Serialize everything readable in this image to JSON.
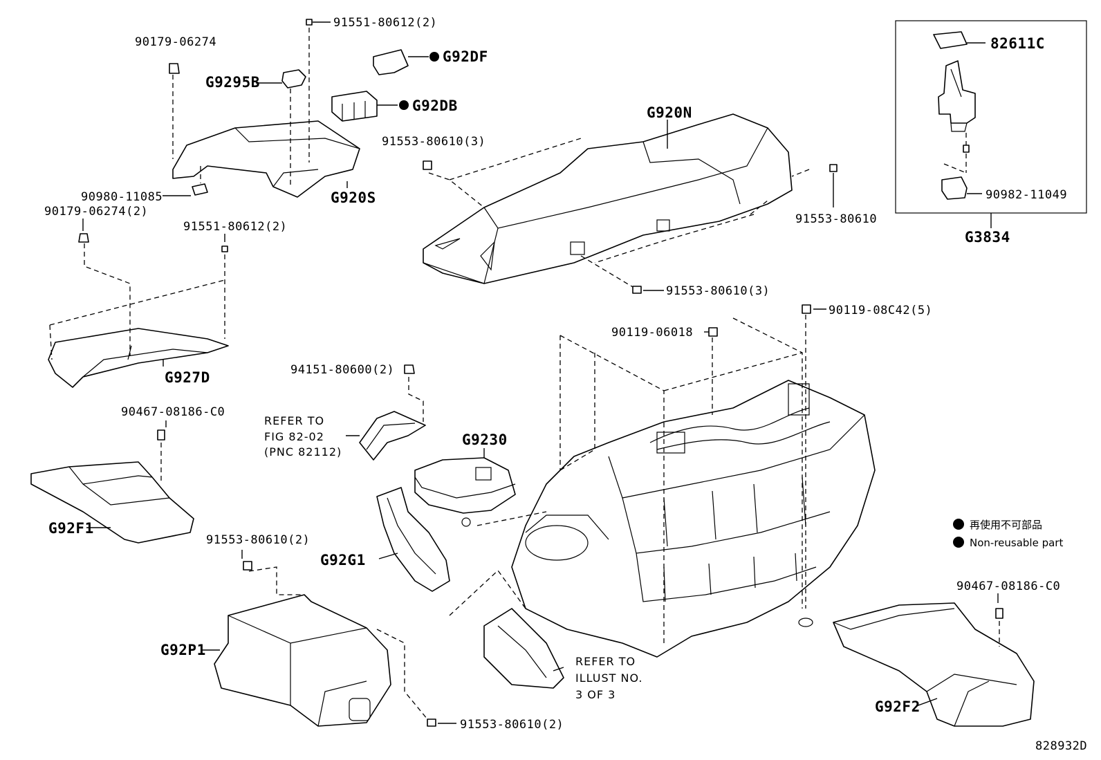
{
  "labels": {
    "p90179_06274": "90179-06274",
    "p91551_80612_2_top": "91551-80612(2)",
    "g92df": "G92DF",
    "g9295b": "G9295B",
    "g92db": "G92DB",
    "g920n": "G920N",
    "p91553_80610_3_a": "91553-80610(3)",
    "p90980_11085": "90980-11085",
    "g920s": "G920S",
    "p90179_06274_2": "90179-06274(2)",
    "p91551_80612_2_mid": "91551-80612(2)",
    "p91553_80610_right": "91553-80610",
    "p91553_80610_3_b": "91553-80610(3)",
    "g927d": "G927D",
    "p90119_08c42_5": "90119-08C42(5)",
    "p90119_06018": "90119-06018",
    "p94151_80600_2": "94151-80600(2)",
    "p90467_08186_c0_left": "90467-08186-C0",
    "g9230": "G9230",
    "g92f1": "G92F1",
    "p91553_80610_2_a": "91553-80610(2)",
    "g92g1": "G92G1",
    "g92p1": "G92P1",
    "p91553_80610_2_b": "91553-80610(2)",
    "p90467_08186_c0_right": "90467-08186-C0",
    "g92f2": "G92F2",
    "p82611c": "82611C",
    "p90982_11049": "90982-11049",
    "g3834": "G3834",
    "diagram_id": "828932D"
  },
  "refer_fig": {
    "line1": "REFER TO",
    "line2": "FIG 82-02",
    "line3": "(PNC 82112)"
  },
  "refer_illust": {
    "line1": "REFER TO",
    "line2": "ILLUST NO.",
    "line3": "3 OF 3"
  },
  "legend": {
    "jp": "再使用不可部品",
    "en": "Non-reusable part"
  }
}
